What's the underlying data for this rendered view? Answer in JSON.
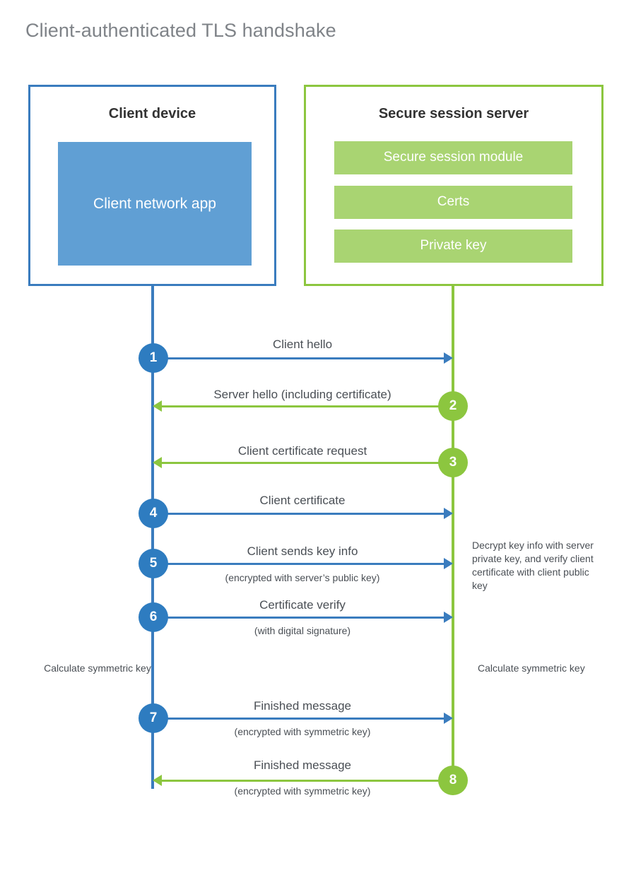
{
  "title": "Client-authenticated TLS handshake",
  "colors": {
    "client_blue": "#3a7cbe",
    "client_app_fill": "#609fd4",
    "server_green": "#8cc63f",
    "server_block_fill": "#a9d472",
    "step_blue": "#2e7cc0",
    "text_gray": "#4a4f55",
    "title_gray": "#7f8388"
  },
  "parties": {
    "client": {
      "title": "Client device",
      "components": [
        "Client network app"
      ]
    },
    "server": {
      "title": "Secure session server",
      "components": [
        "Secure session module",
        "Certs",
        "Private key"
      ]
    }
  },
  "steps": [
    {
      "number": "1",
      "label": "Client hello",
      "sublabel": "",
      "direction": "client-to-server",
      "color": "blue"
    },
    {
      "number": "2",
      "label": "Server hello (including certificate)",
      "sublabel": "",
      "direction": "server-to-client",
      "color": "green"
    },
    {
      "number": "3",
      "label": "Client certificate request",
      "sublabel": "",
      "direction": "server-to-client",
      "color": "green"
    },
    {
      "number": "4",
      "label": "Client certificate",
      "sublabel": "",
      "direction": "client-to-server",
      "color": "blue"
    },
    {
      "number": "5",
      "label": "Client sends key info",
      "sublabel": "(encrypted with server’s public key)",
      "direction": "client-to-server",
      "color": "blue"
    },
    {
      "number": "6",
      "label": "Certificate verify",
      "sublabel": "(with digital signature)",
      "direction": "client-to-server",
      "color": "blue"
    },
    {
      "number": "7",
      "label": "Finished message",
      "sublabel": "(encrypted with symmetric key)",
      "direction": "client-to-server",
      "color": "blue"
    },
    {
      "number": "8",
      "label": "Finished message",
      "sublabel": "(encrypted with symmetric key)",
      "direction": "server-to-client",
      "color": "green"
    }
  ],
  "notes": {
    "server_decrypt": "Decrypt key info with server private key, and verify client certificate with client public key",
    "client_calculate": "Calculate symmetric key",
    "server_calculate": "Calculate symmetric key"
  }
}
